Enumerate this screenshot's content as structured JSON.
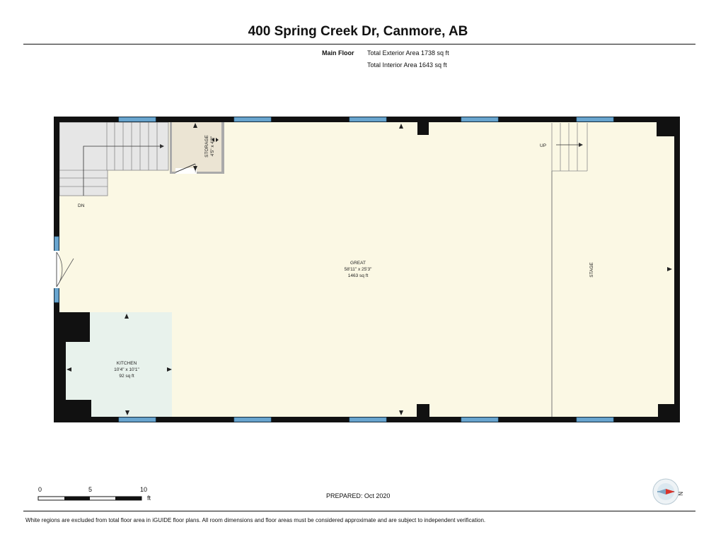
{
  "header": {
    "title": "400 Spring Creek Dr, Canmore, AB"
  },
  "areas": {
    "floor_label": "Main Floor",
    "exterior": "Total Exterior Area 1738 sq ft",
    "interior": "Total Interior Area 1643 sq ft"
  },
  "rooms": {
    "great": {
      "name": "GREAT",
      "dims": "58'11\" x 25'3\"",
      "area": "1463 sq ft"
    },
    "kitchen": {
      "name": "KITCHEN",
      "dims": "10'4\" x 10'1\"",
      "area": "92 sq ft"
    },
    "storage": {
      "name": "STORAGE",
      "dims": "4'5\" x 4'8\""
    },
    "stage": {
      "name": "STAGE"
    }
  },
  "stairs": {
    "down_label": "DN",
    "up_label": "UP"
  },
  "scale": {
    "ticks": [
      "0",
      "5",
      "10"
    ],
    "unit": "ft"
  },
  "compass": {
    "direction": "N"
  },
  "prepared": "PREPARED:  Oct 2020",
  "footer": "White regions are excluded from total floor area in iGUIDE floor plans. All room dimensions and floor areas must be considered approximate and are subject to independent verification.",
  "colors": {
    "floor": "#fbf8e4",
    "kitchen": "#e8f2ec",
    "storage": "#ebe4d3",
    "stairs": "#e6e6e6",
    "wall": "#111111",
    "window": "#6aa6cf"
  }
}
